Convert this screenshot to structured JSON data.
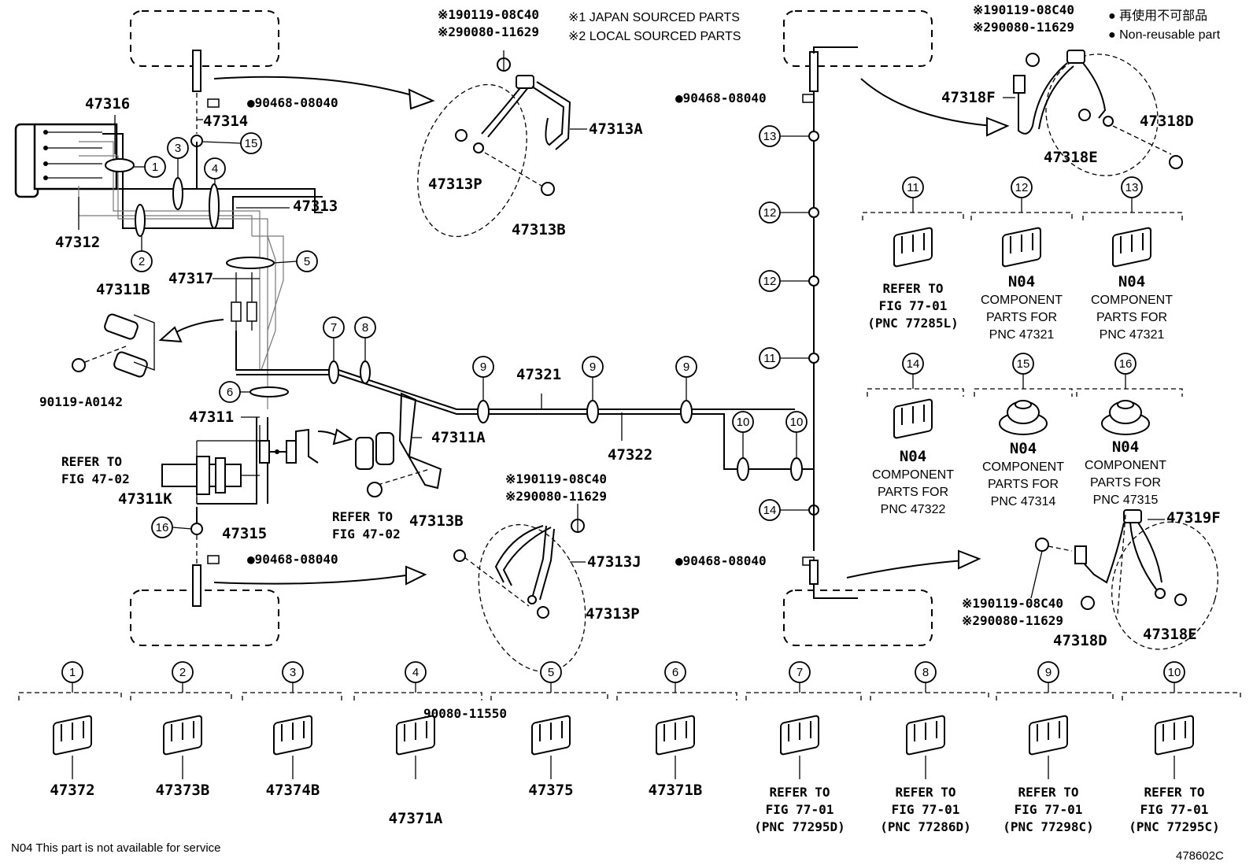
{
  "notes": {
    "japan_sourced": "※1 JAPAN SOURCED PARTS",
    "local_sourced": "※2 LOCAL SOURCED PARTS",
    "non_reusable_jp": "● 再使用不可部品",
    "non_reusable_en": "● Non-reusable part",
    "footer": "N04 This part is not available for service",
    "figure_id": "478602C"
  },
  "hoses": {
    "front_left": {
      "part": "47313A",
      "bolt": "47313B",
      "clip": "47313P",
      "alt1": "※190119-08C40",
      "alt2": "※290080-11629"
    },
    "rear_left": {
      "part": "47313J",
      "bolt": "47313B",
      "clip": "47313P",
      "alt1": "※190119-08C40",
      "alt2": "※290080-11629"
    },
    "front_right": {
      "part": "47318F",
      "bolt": "47318D",
      "clip": "47318E",
      "alt1": "※190119-08C40",
      "alt2": "※290080-11629"
    },
    "rear_right": {
      "part": "47319F",
      "bolt": "47318D",
      "clip": "47318E",
      "alt1": "※190119-08C40",
      "alt2": "※290080-11629"
    }
  },
  "labels": {
    "p47316": "47316",
    "p47314": "47314",
    "p47313": "47313",
    "p47312": "47312",
    "p47317": "47317",
    "p47311B": "47311B",
    "p90119": "90119-A0142",
    "p47311": "47311",
    "p47311A": "47311A",
    "p47311K": "47311K",
    "p47315": "47315",
    "p47321": "47321",
    "p47322": "47322",
    "g1": "●90468-08040",
    "g2": "●90468-08040",
    "g3": "●90468-08040",
    "g4": "●90468-08040",
    "refer_mc_1": "REFER TO",
    "refer_mc_2": "FIG 47-02",
    "refer_br_1": "REFER TO",
    "refer_br_2": "FIG 47-02"
  },
  "callouts": [
    "1",
    "2",
    "3",
    "4",
    "5",
    "6",
    "7",
    "8",
    "9",
    "10",
    "11",
    "12",
    "13",
    "14",
    "15",
    "16"
  ],
  "right_clamps": [
    {
      "num": "11",
      "l1": "REFER TO",
      "l2": "FIG 77-01",
      "l3": "(PNC 77285L)",
      "l4": ""
    },
    {
      "num": "12",
      "l1": "N04",
      "l2": "COMPONENT",
      "l3": "PARTS FOR",
      "l4": "PNC 47321"
    },
    {
      "num": "13",
      "l1": "N04",
      "l2": "COMPONENT",
      "l3": "PARTS FOR",
      "l4": "PNC 47321"
    },
    {
      "num": "14",
      "l1": "N04",
      "l2": "COMPONENT",
      "l3": "PARTS FOR",
      "l4": "PNC 47322"
    },
    {
      "num": "15",
      "l1": "N04",
      "l2": "COMPONENT",
      "l3": "PARTS FOR",
      "l4": "PNC 47314"
    },
    {
      "num": "16",
      "l1": "N04",
      "l2": "COMPONENT",
      "l3": "PARTS FOR",
      "l4": "PNC 47315"
    }
  ],
  "bottom_clamps": [
    {
      "num": "1",
      "l1": "47372",
      "l2": "",
      "l3": ""
    },
    {
      "num": "2",
      "l1": "47373B",
      "l2": "",
      "l3": ""
    },
    {
      "num": "3",
      "l1": "47374B",
      "l2": "",
      "l3": ""
    },
    {
      "num": "4",
      "l1": "47371A",
      "l2": "90080-11550",
      "l3": ""
    },
    {
      "num": "5",
      "l1": "47375",
      "l2": "",
      "l3": ""
    },
    {
      "num": "6",
      "l1": "47371B",
      "l2": "",
      "l3": ""
    },
    {
      "num": "7",
      "l1": "REFER TO",
      "l2": "FIG 77-01",
      "l3": "(PNC 77295D)"
    },
    {
      "num": "8",
      "l1": "REFER TO",
      "l2": "FIG 77-01",
      "l3": "(PNC 77286D)"
    },
    {
      "num": "9",
      "l1": "REFER TO",
      "l2": "FIG 77-01",
      "l3": "(PNC 77298C)"
    },
    {
      "num": "10",
      "l1": "REFER TO",
      "l2": "FIG 77-01",
      "l3": "(PNC 77295C)"
    }
  ]
}
